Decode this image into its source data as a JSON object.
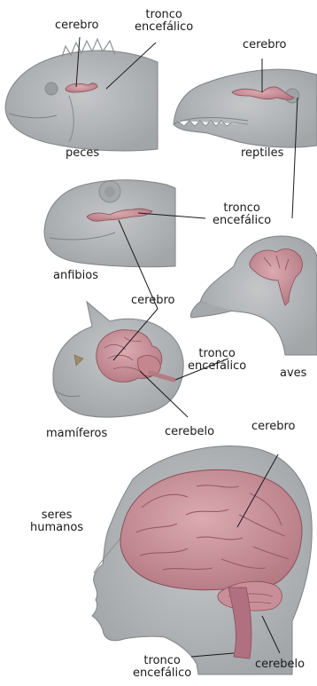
{
  "colors": {
    "animal_fill": "#b8babc",
    "animal_stroke": "#7f8386",
    "brain_fill": "#c98f98",
    "brain_stroke": "#8a4e58",
    "human_head": "#b5b7ba",
    "leader_line": "#1a1a1a"
  },
  "groups": {
    "fish": "peces",
    "reptiles": "reptiles",
    "amphibians": "anfibios",
    "birds": "aves",
    "mammals": "mamíferos",
    "humans_l1": "seres",
    "humans_l2": "humanos"
  },
  "parts": {
    "cerebro": "cerebro",
    "tronco_l1": "tronco",
    "tronco_l2": "encefálico",
    "cerebelo": "cerebelo"
  }
}
